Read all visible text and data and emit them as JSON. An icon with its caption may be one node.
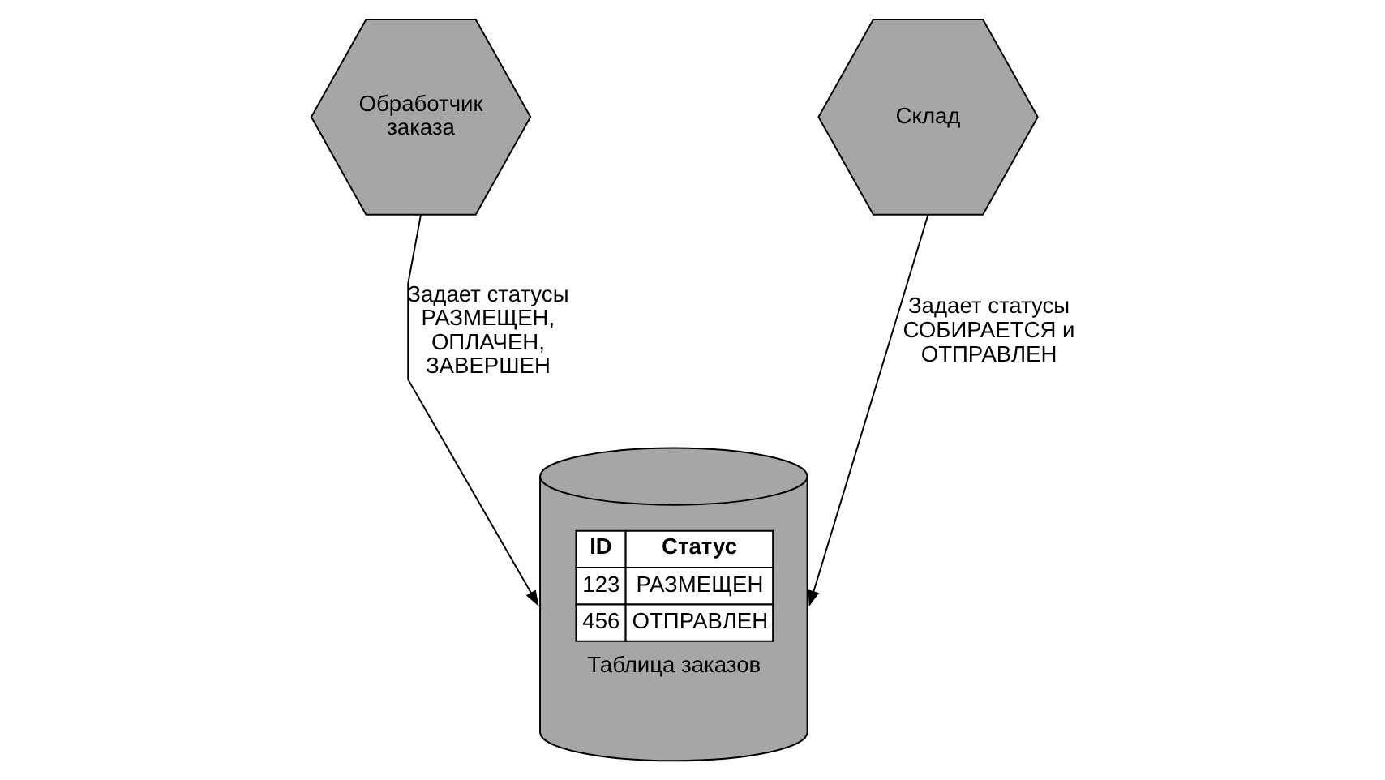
{
  "diagram": {
    "nodes": [
      {
        "text": [
          "Обработчик заказа"
        ]
      },
      {
        "text": [
          "Склад"
        ]
      },
      {
        "text": [
          "ID",
          "Статус",
          "123",
          "РАЗМЕЩЕН",
          "456",
          "ОТПРАВЛЕН",
          "Таблица заказов"
        ]
      }
    ],
    "edges": [
      {
        "from": 0,
        "to": 2,
        "arrow": "to",
        "label": "Задает статусы РАЗМЕЩЕН, ОПЛАЧЕН, ЗАВЕРШЕН"
      },
      {
        "from": 1,
        "to": 2,
        "arrow": "to",
        "label": "Задает статусы СОБИРАЕТСЯ и ОТПРАВЛЕН"
      }
    ]
  }
}
